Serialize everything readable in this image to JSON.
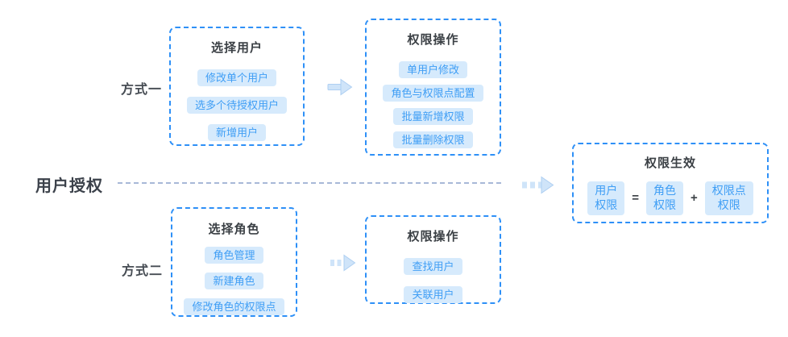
{
  "page": {
    "flow_label": "用户授权"
  },
  "colors": {
    "box_border": "#2e90f7",
    "chip_background": "#d6eafc",
    "chip_text": "#3f9ef5",
    "title_text": "#3b4045",
    "method_label_text": "#474d54",
    "dash_line": "#a8b8d8",
    "arrow_fill": "#cfe4f9"
  },
  "methods": [
    {
      "label": "方式一",
      "select_box": {
        "title": "选择用户",
        "items": [
          "修改单个用户",
          "选多个待授权用户",
          "新增用户"
        ]
      },
      "action_box": {
        "title": "权限操作",
        "items": [
          "单用户修改",
          "角色与权限点配置",
          "批量新增权限",
          "批量删除权限"
        ]
      }
    },
    {
      "label": "方式二",
      "select_box": {
        "title": "选择角色",
        "items": [
          "角色管理",
          "新建角色",
          "修改角色的权限点"
        ]
      },
      "action_box": {
        "title": "权限操作",
        "items": [
          "查找用户",
          "关联用户"
        ]
      }
    }
  ],
  "result": {
    "title": "权限生效",
    "user_chip": {
      "line1": "用户",
      "line2": "权限"
    },
    "equals_sign": "=",
    "role_chip": {
      "line1": "角色",
      "line2": "权限"
    },
    "plus_sign": "+",
    "point_chip": {
      "line1": "权限点",
      "line2": "权限"
    }
  }
}
